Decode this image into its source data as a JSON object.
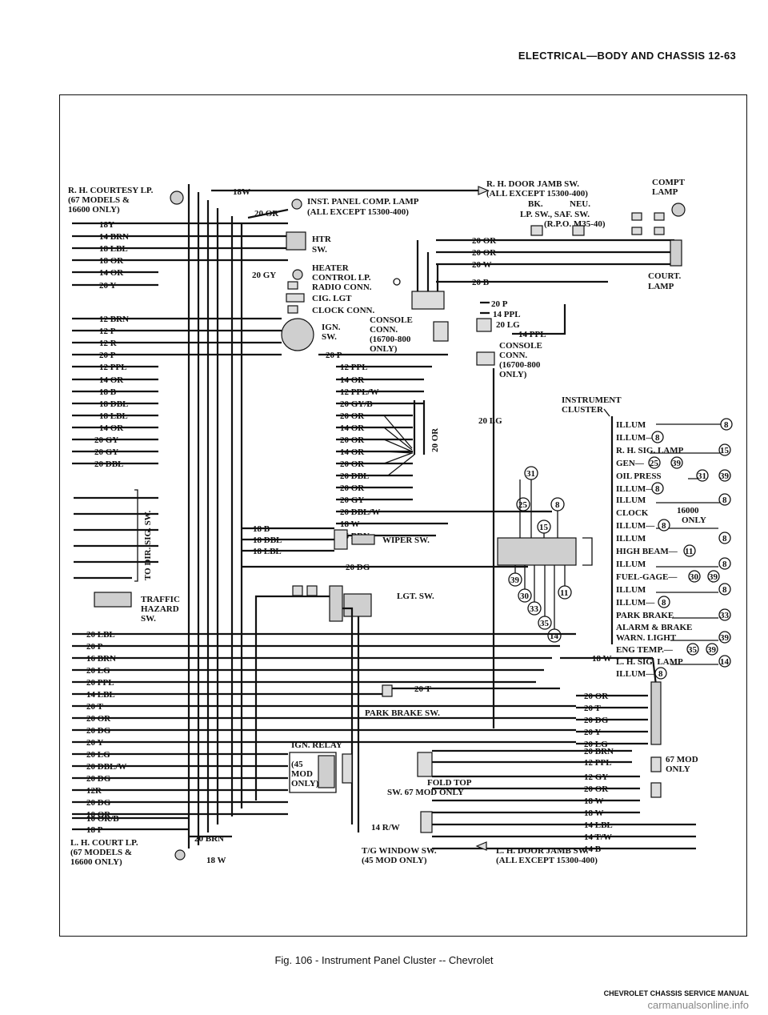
{
  "header": "ELECTRICAL—BODY AND CHASSIS 12-63",
  "caption": "Fig. 106 - Instrument Panel Cluster -- Chevrolet",
  "footer": "CHEVROLET CHASSIS SERVICE MANUAL",
  "watermark": "carmanualsonline.info",
  "components": {
    "rh_courtesy": [
      "R. H. COURTESY LP.",
      "(67 MODELS &",
      "16600 ONLY)"
    ],
    "inst_panel": [
      "INST. PANEL COMP. LAMP",
      "(ALL EXCEPT 15300-400)"
    ],
    "htr_sw": [
      "HTR",
      "SW."
    ],
    "heater_ctrl": [
      "HEATER",
      "CONTROL LP."
    ],
    "radio_conn": "RADIO CONN.",
    "cig_lgt": "CIG. LGT",
    "clock_conn": "CLOCK CONN.",
    "ign_sw": [
      "IGN.",
      "SW."
    ],
    "console1": [
      "CONSOLE",
      "CONN.",
      "(16700-800",
      "ONLY)"
    ],
    "rh_door_jamb": [
      "R. H. DOOR JAMB SW.",
      "(ALL EXCEPT 15300-400)"
    ],
    "bk_neu": [
      "BK.",
      "NEU."
    ],
    "lp_sw": "LP. SW., SAF. SW.",
    "rpo": "(R.P.O. M35-40)",
    "compt_lamp": [
      "COMPT",
      "LAMP"
    ],
    "court_lamp": [
      "COURT.",
      "LAMP"
    ],
    "console2": [
      "CONSOLE",
      "CONN.",
      "(16700-800",
      "ONLY)"
    ],
    "inst_cluster": [
      "INSTRUMENT",
      "CLUSTER"
    ],
    "to_dir_sig": "TO DIR. SIG. SW.",
    "traffic_hazard": [
      "TRAFFIC",
      "HAZARD",
      "SW."
    ],
    "wiper_sw": "WIPER SW.",
    "lgt_sw": "LGT. SW.",
    "park_brake": "PARK BRAKE SW.",
    "ign_relay": [
      "IGN. RELAY",
      "(45",
      "MOD",
      "ONLY)"
    ],
    "fold_top": [
      "FOLD TOP",
      "SW. 67 MOD ONLY"
    ],
    "tg_window": [
      "T/G WINDOW SW.",
      "(45 MOD ONLY)"
    ],
    "lh_door_jamb": [
      "L. H. DOOR JAMB SW.",
      "(ALL EXCEPT 15300-400)"
    ],
    "lh_court": [
      "L. H. COURT LP.",
      "(67 MODELS &",
      "16600 ONLY)"
    ],
    "mod67_only": [
      "67 MOD",
      "ONLY"
    ]
  },
  "left_wires_1": [
    "18Y",
    "14 BRN",
    "18 LBL",
    "18 OR",
    "14 OR"
  ],
  "left_wire_20y": "20 Y",
  "left_wires_2": [
    "12 BRN",
    "12 P",
    "12 R",
    "20 P",
    "12 PPL",
    "14 OR",
    "18 B",
    "18 DBL",
    "18 LBL",
    "14 OR"
  ],
  "left_wires_3": [
    "20 GY",
    "20 GY",
    "20 DBL"
  ],
  "left_wires_4": [
    "20 LBL",
    "20 P",
    "16 BRN",
    "20 LG",
    "20 PPL",
    "14 LBL",
    "20 T",
    "20 OR",
    "20 DG",
    "20 Y",
    "20 LG",
    "20 DBL/W",
    "20 DG",
    "12R",
    "20 DG",
    "10 OR"
  ],
  "left_wires_5": [
    "10 OR/B",
    "18 P"
  ],
  "center_wires": [
    "12 PPL",
    "14 OR",
    "12 PPL/W",
    "20 GY/B",
    "20 OR",
    "14 OR",
    "20 OR",
    "14 OR",
    "20 OR",
    "20 DBL",
    "20 OR",
    "20 GY",
    "20 DBL/W",
    "18 W",
    "16 BRN"
  ],
  "wiper_wires": [
    "18 B",
    "18 DBL",
    "18 LBL"
  ],
  "misc_wires": {
    "w18": "18W",
    "or20": "20 OR",
    "gy20": "20 GY",
    "p20": "20 P",
    "dg20": "20 DG",
    "t20": "20 T",
    "or20v": "20 OR",
    "lg20": "20 LG",
    "rw14": "14 R/W",
    "brn20": "20 BRN",
    "w18b": "18 W"
  },
  "right_top_wires": [
    "20 OR",
    "20 OR",
    "20 W",
    "20 B"
  ],
  "console_wires": [
    "20 P",
    "14 PPL",
    "20 LG",
    "14 PPL"
  ],
  "right_bottom_wires": [
    "18 W",
    "20 OR",
    "20 T",
    "20 DG",
    "20 Y",
    "20 LG",
    "20 BRN",
    "12 PPL",
    "12 GY",
    "20 OR",
    "18 W",
    "18 W",
    "14 LBL",
    "14 T/W",
    "14 B"
  ],
  "cluster_labels": [
    "ILLUM",
    "ILLUM—",
    "R. H. SIG. LAMP",
    "GEN—",
    "OIL PRESS",
    "ILLUM—",
    "ILLUM",
    "CLOCK",
    "ILLUM—",
    "ILLUM",
    "HIGH BEAM—",
    "ILLUM",
    "FUEL-GAGE—",
    "ILLUM",
    "ILLUM—",
    "PARK BRAKE",
    "ALARM & BRAKE",
    "WARN. LIGHT",
    "ENG TEMP.—",
    "L. H. SIG. LAMP",
    "ILLUM—"
  ],
  "clock_note": [
    "16000",
    "ONLY"
  ],
  "circle_refs": {
    "r0": "8",
    "r1a": "8",
    "r2": "15",
    "r3a": "25",
    "r3b": "39",
    "r4a": "31",
    "r4b": "39",
    "r5a": "8",
    "r6": "8",
    "r8a": "8",
    "r9": "8",
    "r10a": "11",
    "r11": "8",
    "r12a": "30",
    "r12b": "39",
    "r13": "8",
    "r14a": "8",
    "r15": "33",
    "r18b": "39",
    "r18a": "35",
    "r18c": "39",
    "r19": "14",
    "r20a": "8",
    "c31": "31",
    "c25": "25",
    "c8": "8",
    "c15": "15",
    "c39": "39",
    "c30": "30",
    "c11": "11",
    "c33": "33",
    "c35": "35",
    "c14": "14"
  }
}
